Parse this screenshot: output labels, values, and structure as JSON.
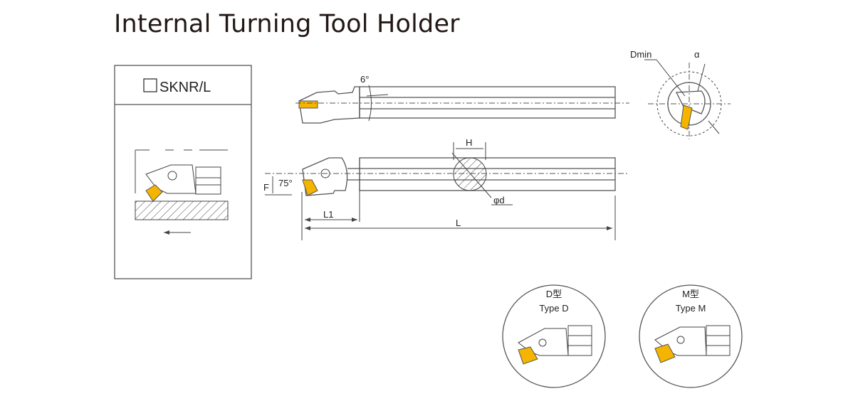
{
  "title": "Internal Turning Tool Holder",
  "model_box": {
    "label": "SKNR/L"
  },
  "dimensions": {
    "angle_top": "6°",
    "H": "H",
    "F": "F",
    "angle_side": "75°",
    "phi_d": "φd",
    "L1": "L1",
    "L": "L",
    "Dmin": "Dmin",
    "alpha": "α"
  },
  "types": [
    {
      "cn": "D型",
      "en": "Type D"
    },
    {
      "cn": "M型",
      "en": "Type M"
    }
  ],
  "colors": {
    "insert": "#f4b400",
    "line": "#555555"
  }
}
